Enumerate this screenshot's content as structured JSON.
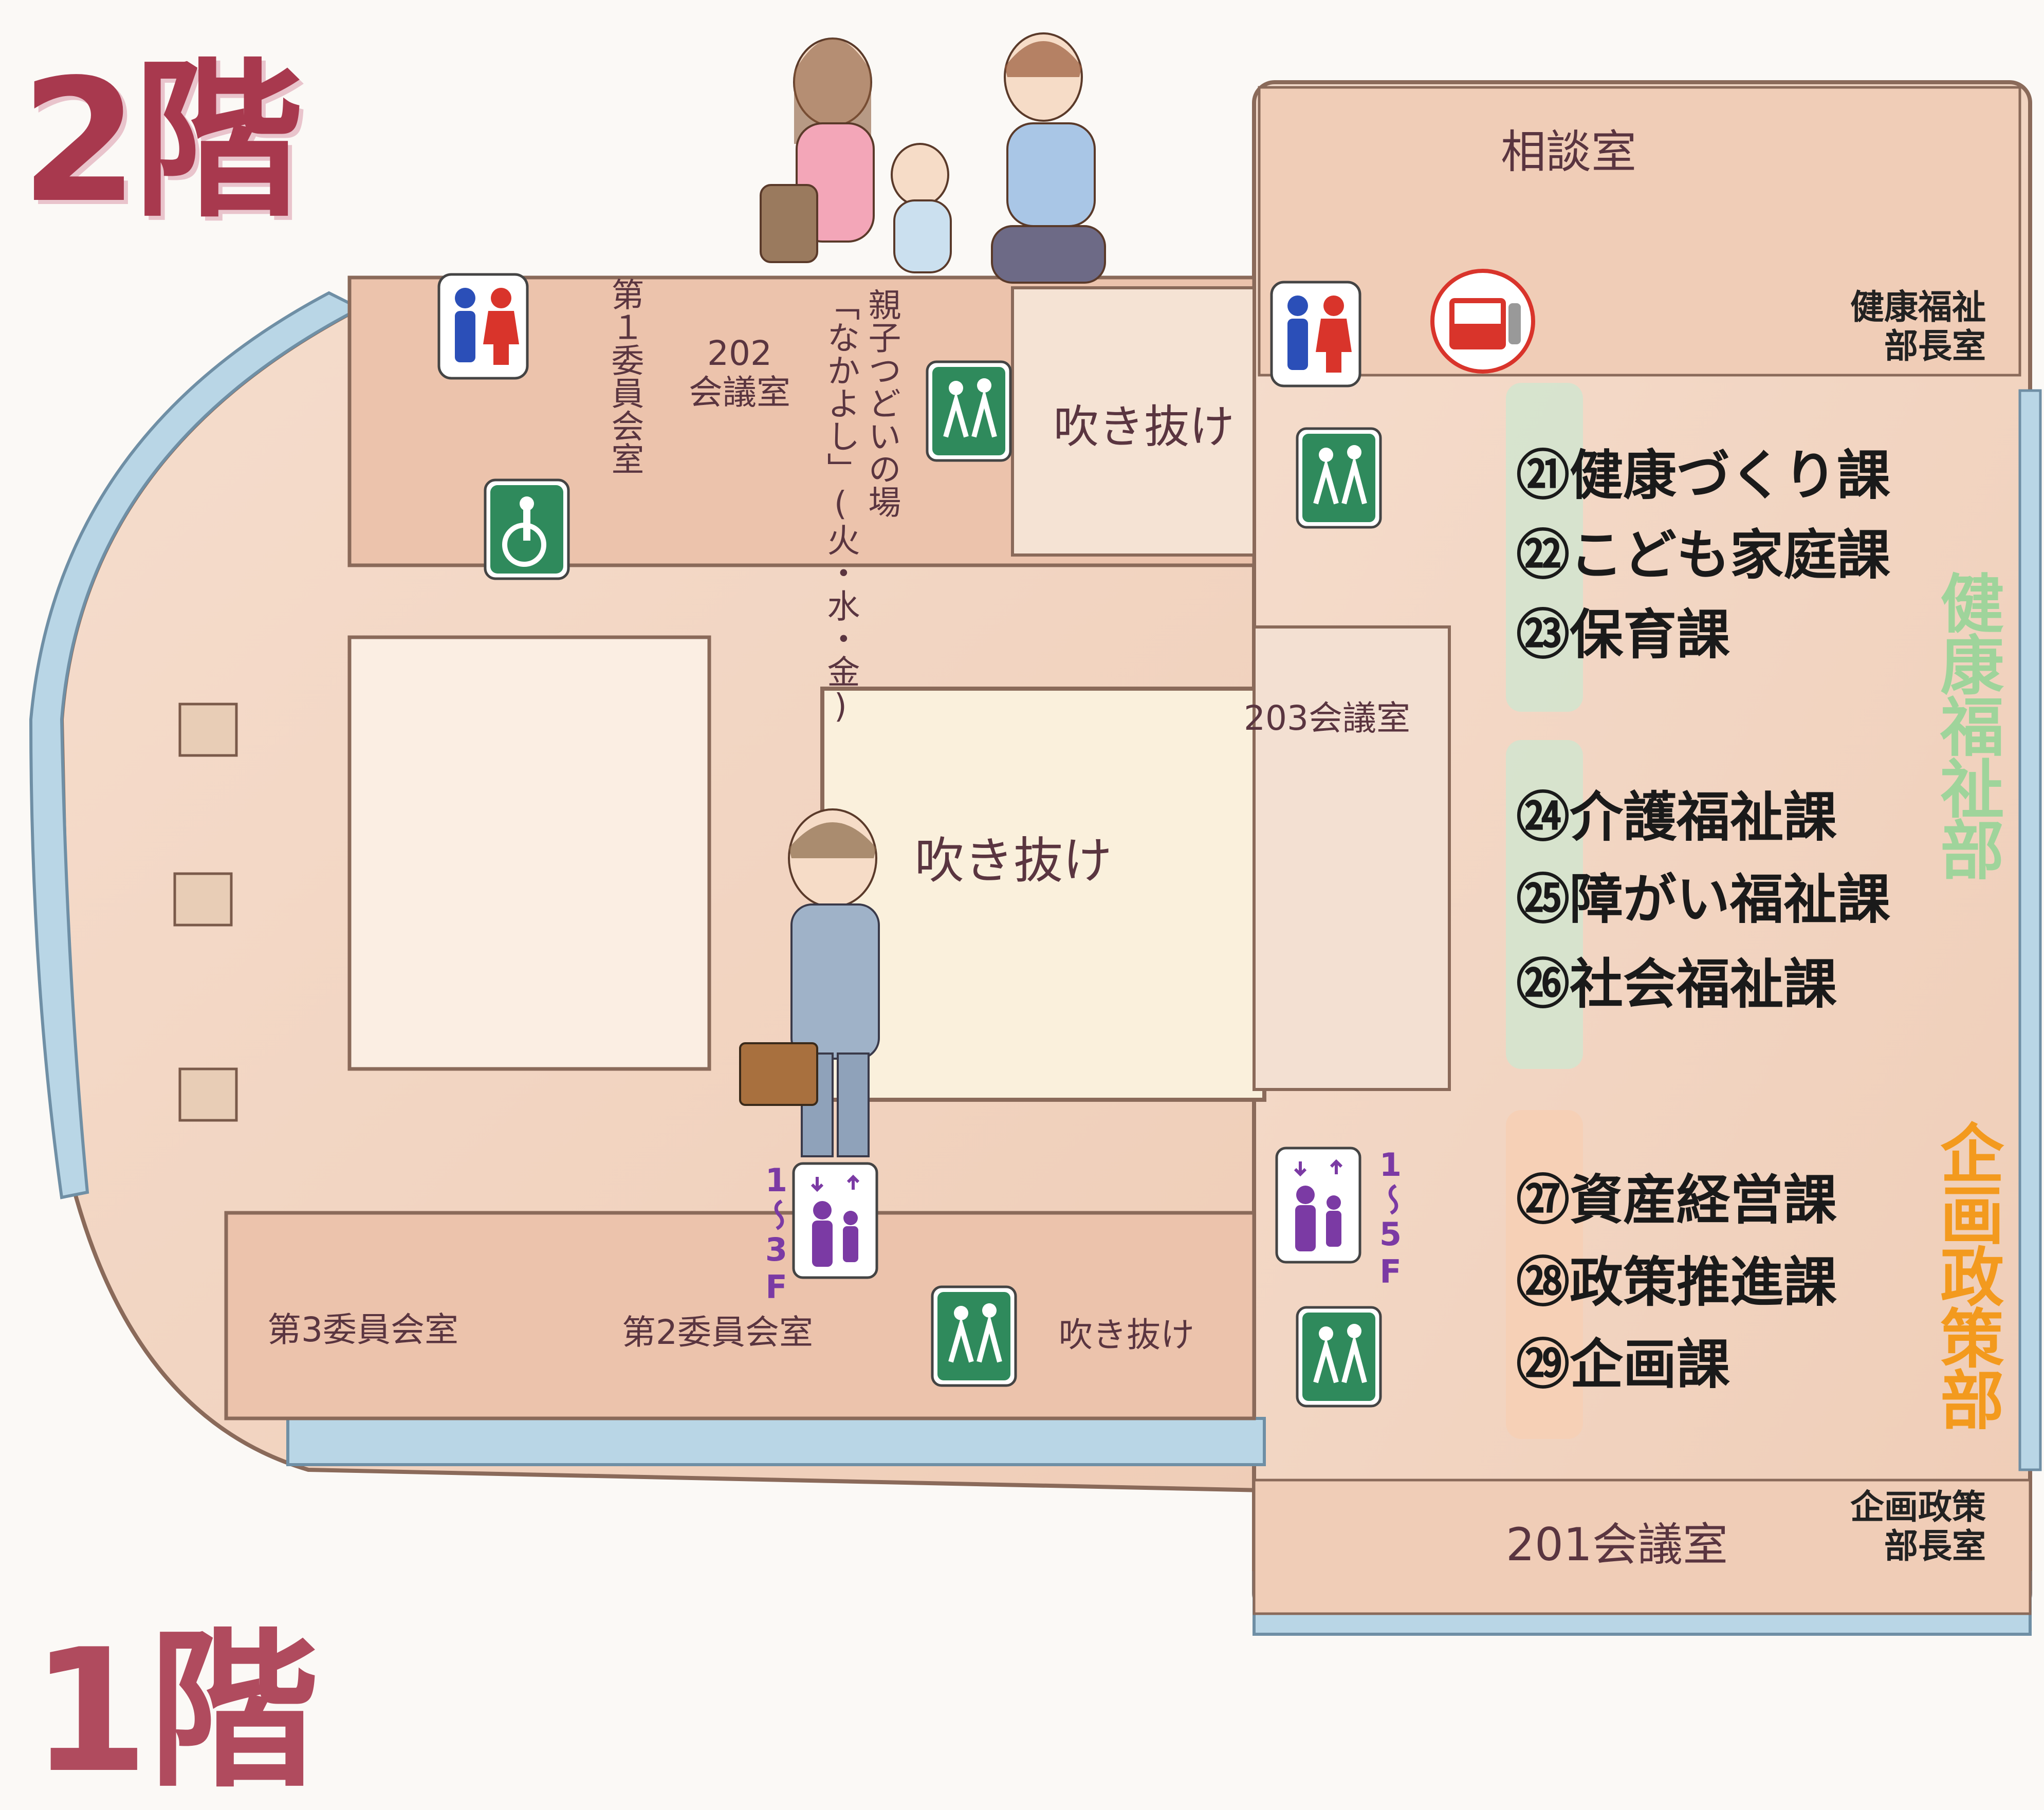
{
  "floor_title": "2階",
  "next_floor_title": "1階",
  "rooms": {
    "consultation": "相談室",
    "health_director": "健康福祉\n部長室",
    "committee_1": "第１委員会室",
    "conf_202": "202\n会議室",
    "parent_child": "親子つどいの場",
    "nakayoshi": "「なかよし」(火・水・金)",
    "atrium_top": "吹き抜け",
    "atrium_center": "吹き抜け",
    "atrium_bottom": "吹き抜け",
    "conf_203": "203会議室",
    "committee_3": "第3委員会室",
    "committee_2": "第2委員会室",
    "conf_201": "201会議室",
    "planning_director": "企画政策\n部長室"
  },
  "elevators": {
    "west_range": "1〜3F",
    "east_range": "1〜5F"
  },
  "bureaus": {
    "health": {
      "name": "健康福祉部",
      "color": "#9fd49b"
    },
    "planning": {
      "name": "企画政策部",
      "color": "#f39a1e"
    }
  },
  "departments": {
    "health": [
      {
        "num": "㉑",
        "name": "健康づくり課"
      },
      {
        "num": "㉒",
        "name": "こども家庭課"
      },
      {
        "num": "㉓",
        "name": "保育課"
      },
      {
        "num": "㉔",
        "name": "介護福祉課"
      },
      {
        "num": "㉕",
        "name": "障がい福祉課"
      },
      {
        "num": "㉖",
        "name": "社会福祉課"
      }
    ],
    "planning": [
      {
        "num": "㉗",
        "name": "資産経営課"
      },
      {
        "num": "㉘",
        "name": "政策推進課"
      },
      {
        "num": "㉙",
        "name": "企画課"
      }
    ]
  },
  "icons": [
    "restroom-icon",
    "accessible-restroom-icon",
    "emergency-exit-icon",
    "elevator-icon",
    "vending-machine-icon"
  ],
  "colors": {
    "floor": "#f3d6c4",
    "wall": "#dcb49e",
    "glass": "#b9d6e6",
    "exit_green": "#2f8a5c",
    "elevator_purple": "#7b3aa4",
    "health_band": "#cfe6d0",
    "planning_band": "#f6cfb5"
  }
}
